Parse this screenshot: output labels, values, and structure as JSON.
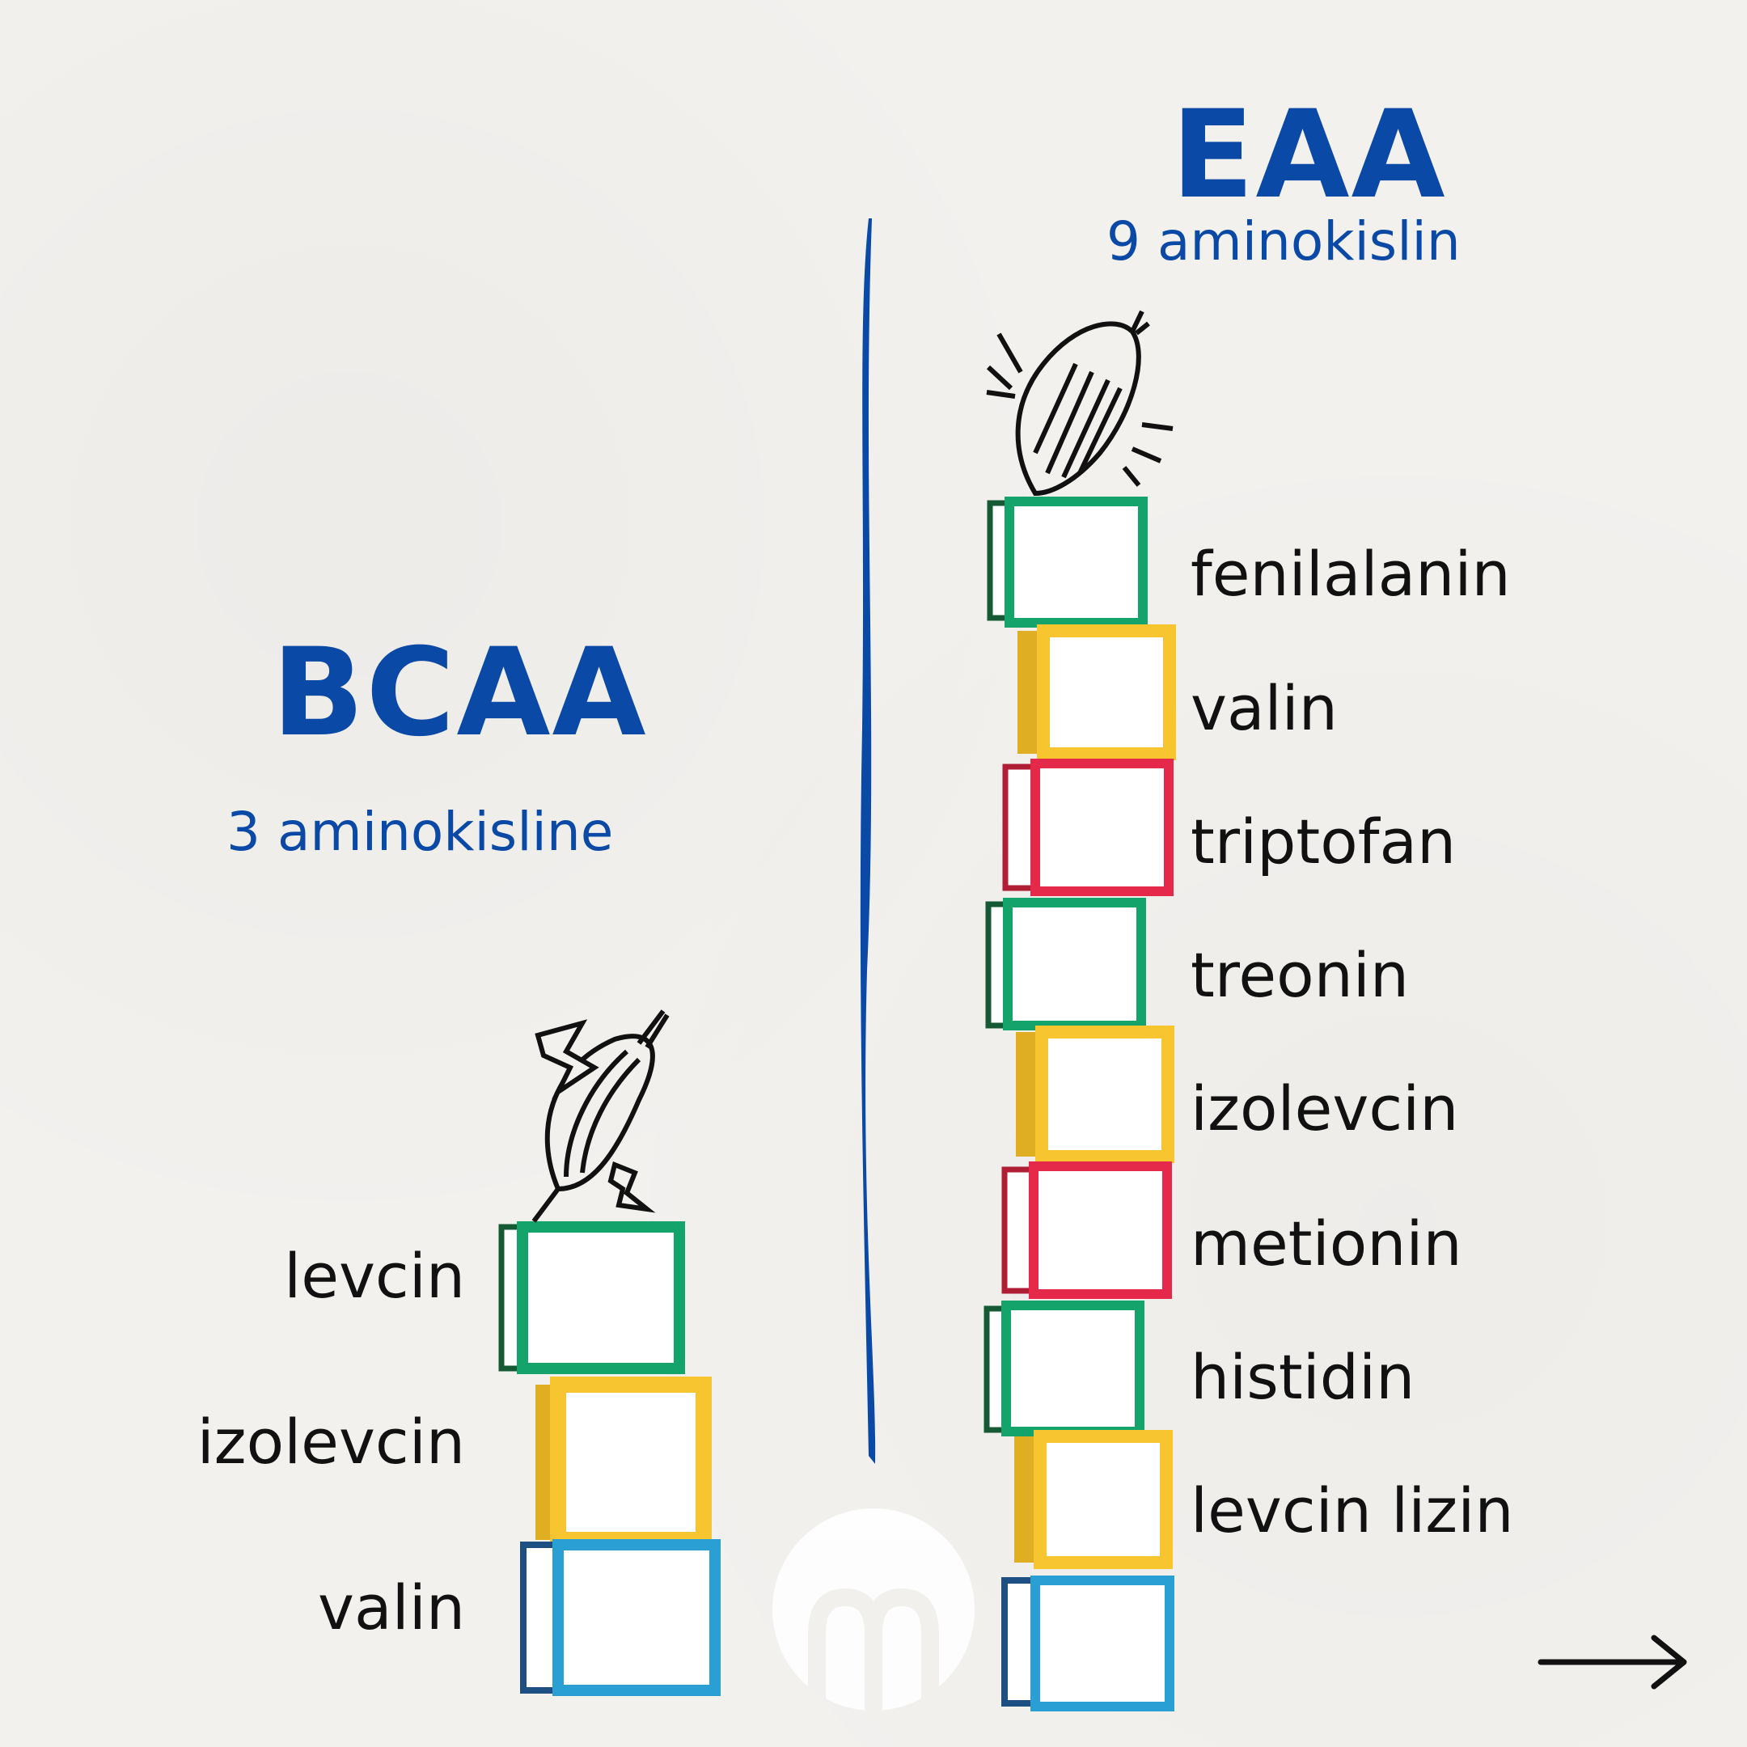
{
  "bcaa": {
    "title": "BCAA",
    "subtitle": "3 aminokisline",
    "items": [
      "levcin",
      "izolevcin",
      "valin"
    ]
  },
  "eaa": {
    "title": "EAA",
    "subtitle": "9 aminokislin",
    "items": [
      "fenilalanin",
      "valin",
      "triptofan",
      "treonin",
      "izolevcin",
      "metionin",
      "histidin",
      "levcin lizin"
    ]
  },
  "colors": {
    "blue_text": "#0b49a6",
    "green": "#13a36b",
    "yellow": "#f7c530",
    "red": "#e5294b",
    "light_blue": "#2a9fd3"
  },
  "icons": [
    "muscle-icon",
    "lightning-icon",
    "next-arrow-icon",
    "logo-icon"
  ]
}
